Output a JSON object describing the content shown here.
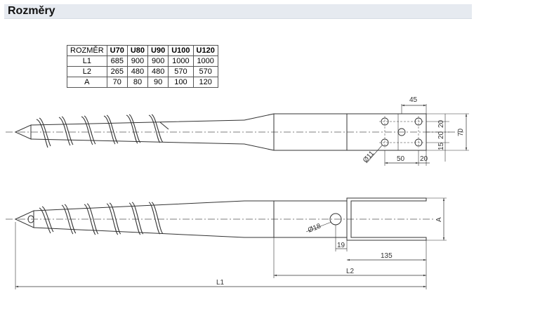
{
  "section": {
    "title": "Rozměry"
  },
  "table": {
    "headers": [
      "ROZMĚR",
      "U70",
      "U80",
      "U90",
      "U100",
      "U120"
    ],
    "rows": [
      [
        "L1",
        "685",
        "900",
        "900",
        "1000",
        "1000"
      ],
      [
        "L2",
        "265",
        "480",
        "480",
        "570",
        "570"
      ],
      [
        "A",
        "70",
        "80",
        "90",
        "100",
        "120"
      ]
    ]
  },
  "drawing": {
    "top_view": {
      "dim_45": "45",
      "dim_70": "70",
      "dim_20a": "20",
      "dim_20b": "20",
      "dim_15": "15",
      "dim_50": "50",
      "dim_20c": "20",
      "dim_hole": "Ø11"
    },
    "side_view": {
      "dim_hole": "Ø18",
      "dim_19": "19",
      "dim_135": "135",
      "dim_L2": "L2",
      "dim_L1": "L1",
      "dim_A": "A"
    }
  }
}
